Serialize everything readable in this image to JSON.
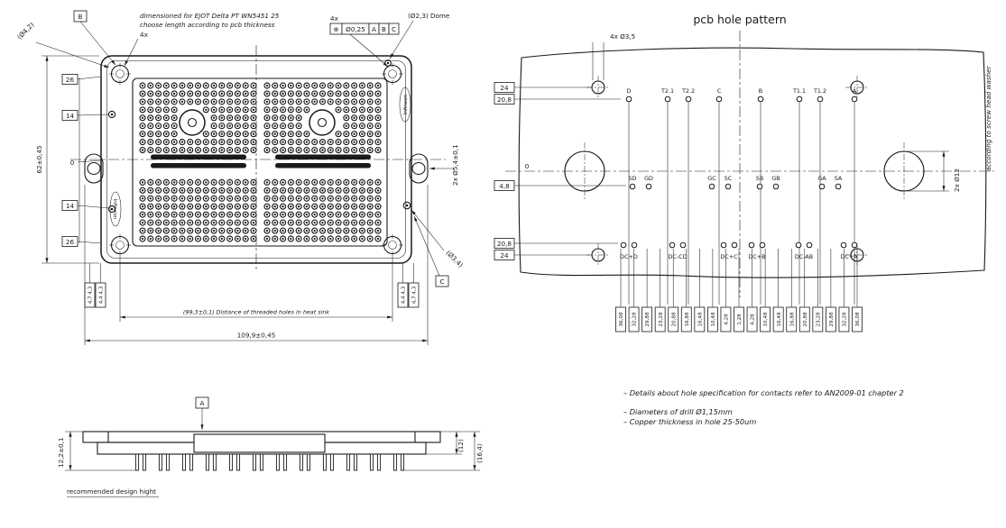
{
  "colors": {
    "ink": "#1a1a1a",
    "paper": "#ffffff"
  },
  "module_view": {
    "logo": "Infineon",
    "note_ejot_1": "dimensioned for EJOT Delta PT WN5451 25",
    "note_ejot_2": "choose length according to pcb thickness",
    "note_ejot_3": "4x",
    "datum_b": "B",
    "datum_c": "C",
    "dia_4_2": "(Ø4,2)",
    "fcf_qty": "4x",
    "fcf_symbol": "⊕",
    "fcf_tol": "Ø0,25",
    "fcf_a": "A",
    "fcf_b": "B",
    "fcf_c": "C",
    "dome_note": "(Ø2,3) Dome",
    "dia_3_4": "(Ø3,4)",
    "side_holes": "2x Ø5,4±0,1",
    "height_total": "62±0,45",
    "left_dims": [
      "26",
      "14",
      "0",
      "14",
      "26"
    ],
    "bottom_small_dims_left": [
      "4,7 4,3",
      "4,4 4,3"
    ],
    "bottom_small_dims_right": [
      "4,4 4,3",
      "4,7 4,3"
    ],
    "heatsink_dim": "(99,3±0,1) Distance of threaded holes in heat sink",
    "overall_width": "109,9±0,45"
  },
  "pcb_pattern": {
    "title": "pcb hole pattern",
    "corner_holes": "4x Ø3,5",
    "zero": "0",
    "top_labels": [
      "D",
      "T2.1",
      "T2.2",
      "C",
      "B",
      "T1.1",
      "T1.2",
      "A"
    ],
    "mid_labels": [
      "SD",
      "GD",
      "GC",
      "SC",
      "SB",
      "GB",
      "GA",
      "SA"
    ],
    "bottom_labels": [
      "DC+D",
      "DC-CD",
      "DC+C",
      "DC+B",
      "DC-AB",
      "DC+A"
    ],
    "left_dims": [
      "24",
      "20,8",
      "4,8",
      "20,8",
      "24"
    ],
    "screw_note_1": "2x Ø12",
    "screw_note_2": "according to screw head washer",
    "bottom_dims": [
      "36,08",
      "32,28",
      "29,88",
      "23,28",
      "20,88",
      "16,88",
      "16,48",
      "10,48",
      "4,28",
      "1,28",
      "4,28",
      "10,48",
      "16,48",
      "16,88",
      "20,88",
      "23,28",
      "29,88",
      "32,28",
      "36,08"
    ]
  },
  "side_view": {
    "datum_a": "A",
    "height_dim": "12,2±0,1",
    "dim_12": "(12)",
    "dim_16_4": "(16,4)",
    "note": "recommended design hight"
  },
  "notes": {
    "line1": "–  Details about hole specification for contacts refer to AN2009-01 chapter 2",
    "line2": "–  Diameters of drill Ø1,15mm",
    "line3": "–  Copper thickness in hole 25-50um"
  }
}
